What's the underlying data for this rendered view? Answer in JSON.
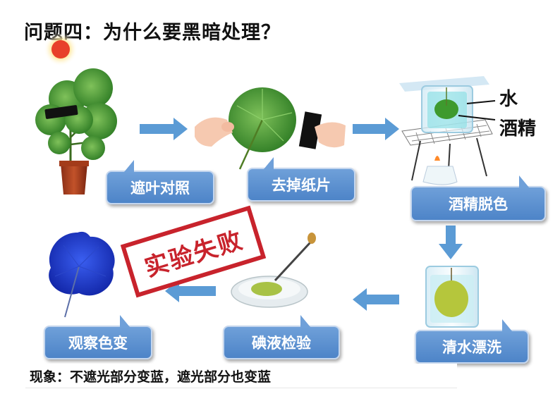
{
  "title": "问题四：为什么要黑暗处理？",
  "steps": [
    {
      "label": "遮叶对照"
    },
    {
      "label": "去掉纸片"
    },
    {
      "label": "酒精脱色"
    },
    {
      "label": "清水漂洗"
    },
    {
      "label": "碘液检验"
    },
    {
      "label": "观察色变"
    }
  ],
  "beaker_labels": {
    "water": "水",
    "alcohol": "酒精"
  },
  "stamp": "实验失败",
  "result": "现象：不遮光部分变蓝，遮光部分也变蓝",
  "colors": {
    "label_blue": "#5b8fd0",
    "arrow_blue": "#5b9bd5",
    "stamp_red": "#c8232c",
    "leaf_green": "#3e9a2e",
    "iodine_blue": "#1f3fd0",
    "sun_red": "#e8402a"
  }
}
